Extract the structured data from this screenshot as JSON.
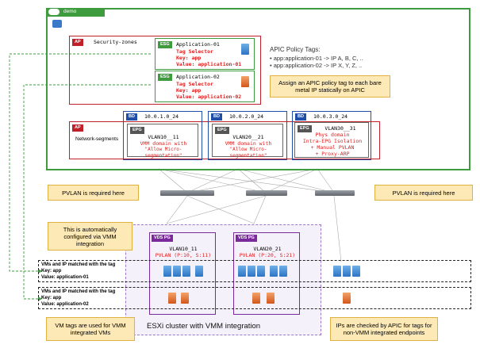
{
  "tenant": {
    "label": "demo"
  },
  "ap_security": {
    "tag": "AP",
    "label": "Security-zones"
  },
  "esg1": {
    "tag": "ESG",
    "title": "Application-01",
    "selector": "Tag Selector",
    "key": "Key: app",
    "value": "Value: application-01"
  },
  "esg2": {
    "tag": "ESG",
    "title": "Application-02",
    "selector": "Tag Selector",
    "key": "Key: app",
    "value": "Value: application-02"
  },
  "policy_tags": {
    "heading": "APIC Policy Tags:",
    "line1": "app:application-01 -> IP A, B, C, ..",
    "line2": "app:application-02 -> IP X, Y, Z, .."
  },
  "note_assign": "Assign an APIC policy tag to each bare metal IP statically on APIC",
  "ap_network": {
    "tag": "AP",
    "label": "Network-segments"
  },
  "bd1": {
    "tag": "BD",
    "label": "10.0.1.0_24"
  },
  "bd2": {
    "tag": "BD",
    "label": "10.0.2.0_24"
  },
  "bd3": {
    "tag": "BD",
    "label": "10.0.3.0_24"
  },
  "epg1": {
    "tag": "EPG",
    "title": "VLAN10__11",
    "line1": "VMM domain with",
    "line2": "\"Allow Micro-segmentation\""
  },
  "epg2": {
    "tag": "EPG",
    "title": "VLAN20__21",
    "line1": "VMM domain with",
    "line2": "\"Allow Micro-segmentation\""
  },
  "epg3": {
    "tag": "EPG",
    "title": "VLAN30__31",
    "line1": "Phys domain",
    "line2": "Intra-EPG Isolation",
    "line3": "+ Manual PVLAN",
    "line4": "+ Proxy-ARP"
  },
  "note_pvlan_left": "PVLAN is required here",
  "note_pvlan_right": "PVLAN is required here",
  "note_vmm": "This is automatically configured via VMM integration",
  "vds1": {
    "tag": "VDS PG",
    "title": "VLAN10_11",
    "pvlan": "PVLAN (P:10, S:11)"
  },
  "vds2": {
    "tag": "VDS PG",
    "title": "VLAN20_21",
    "pvlan": "PVLAN (P:20, S:21)"
  },
  "match1": {
    "line1": "VMs and IP matched with the tag",
    "line2": "Key: app",
    "line3": "Value: application-01"
  },
  "match2": {
    "line1": "VMs and IP matched with the tag",
    "line2": "Key: app",
    "line3": "Value: application-02"
  },
  "note_vmtags": "VM tags are used for VMM integrated VMs",
  "cluster_label": "ESXi cluster with VMM integration",
  "note_ips": "IPs are checked by APIC for tags for non-VMM integrated endpoints",
  "colors": {
    "green": "#3e9b3e",
    "red": "#c0202a",
    "blue": "#1f4fa8",
    "purple": "#7a2a9a",
    "note": "#fde9b5"
  }
}
